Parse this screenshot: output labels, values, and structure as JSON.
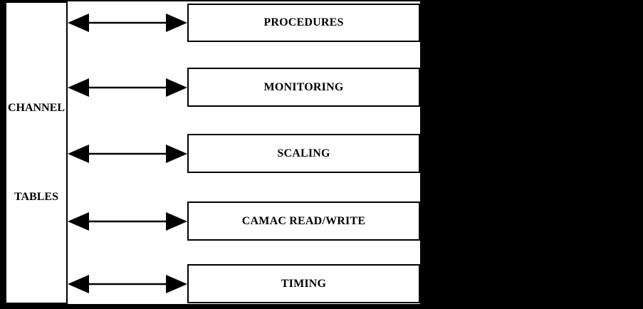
{
  "left_box": {
    "line1": "CHANNEL",
    "line2": "TABLES"
  },
  "right_boxes": [
    {
      "label": "PROCEDURES"
    },
    {
      "label": "MONITORING"
    },
    {
      "label": "SCALING"
    },
    {
      "label": "CAMAC READ/WRITE"
    },
    {
      "label": "TIMING"
    }
  ],
  "connector": {
    "type": "bidirectional-arrow",
    "count": 5
  },
  "colors": {
    "background": "#000000",
    "canvas": "#ffffff",
    "line": "#000000",
    "text": "#000000"
  }
}
